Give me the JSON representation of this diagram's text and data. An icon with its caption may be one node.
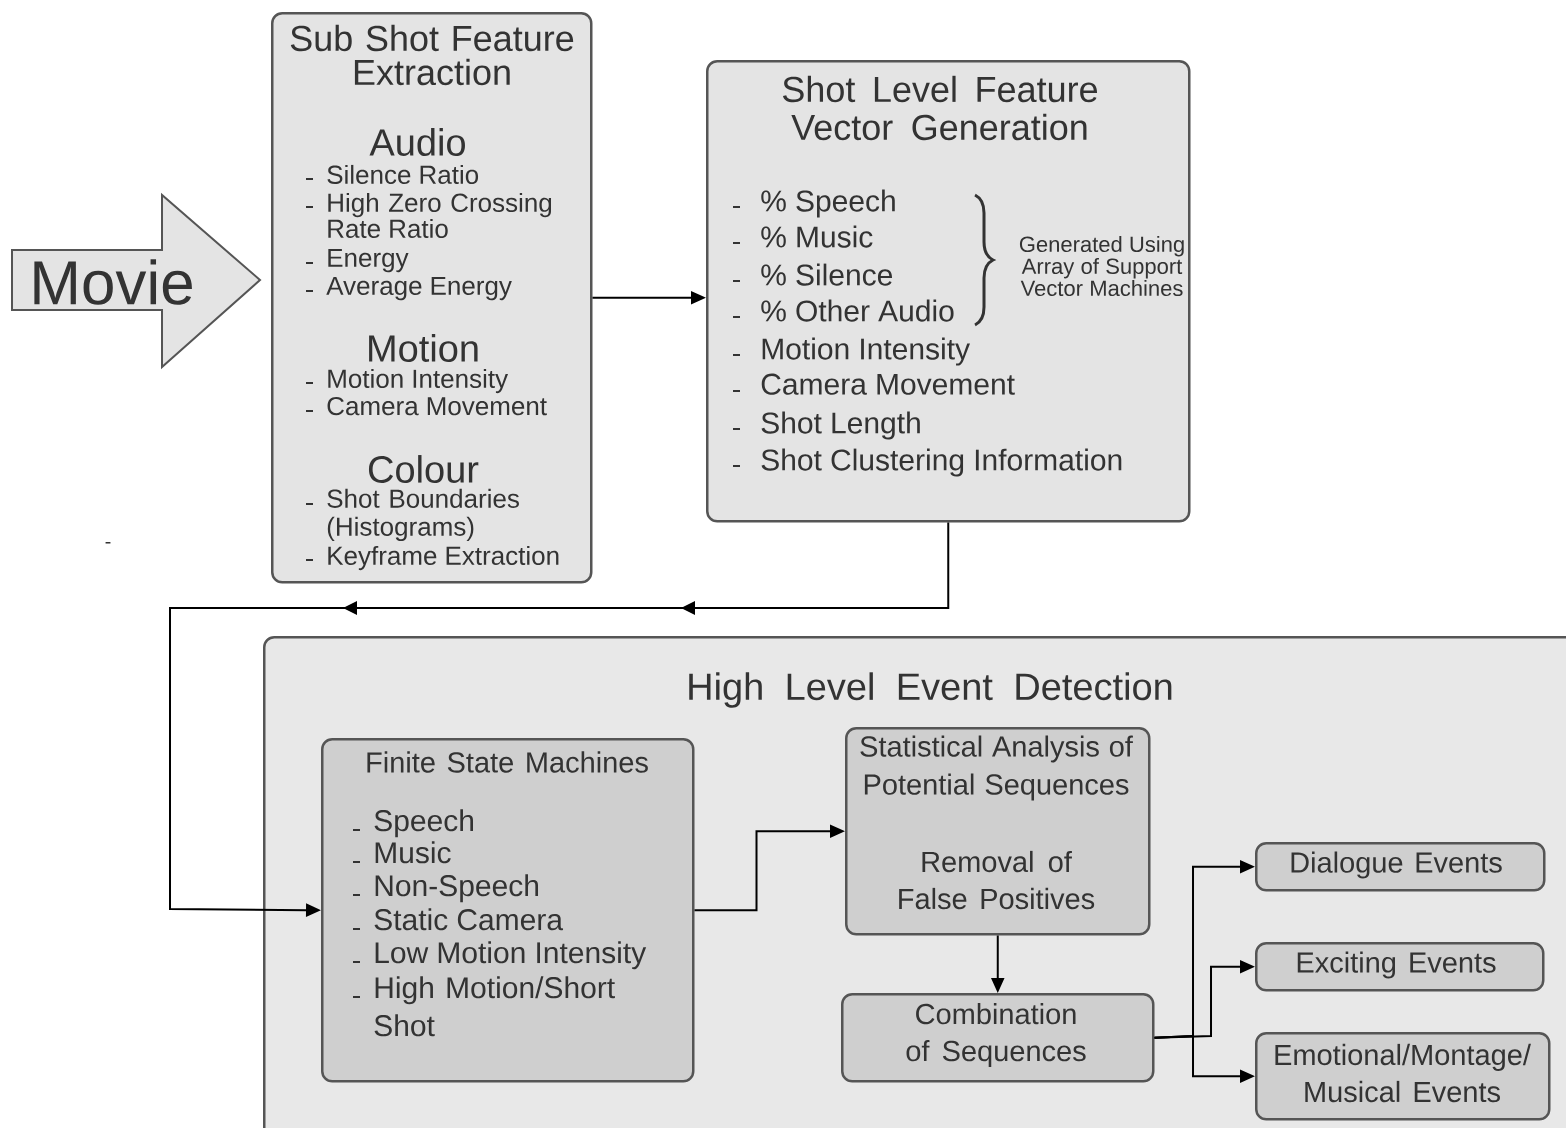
{
  "diagram": {
    "nodes": [
      {
        "text": [
          "Movie"
        ]
      },
      {
        "text": [
          "Sub Shot Feature Extraction",
          "Audio",
          "Silence Ratio",
          "High Zero Crossing Rate Ratio",
          "Energy",
          "Average Energy",
          "Motion",
          "Motion Intensity",
          "Camera Movement",
          "Colour",
          "Shot Boundaries (Histograms)",
          "Keyframe Extraction"
        ]
      },
      {
        "text": [
          "Shot Level Feature Vector Generation",
          "% Speech",
          "% Music",
          "Generated Using Array of Support Vector Machines",
          "% Silence",
          "% Other Audio",
          "Motion Intensity",
          "Camera Movement",
          "Shot Length",
          "Shot Clustering Information"
        ]
      },
      {
        "text": [
          "High Level Event Detection"
        ]
      },
      {
        "text": [
          "Finite State Machines",
          "Speech",
          "Music",
          "Non-Speech",
          "Static Camera",
          "Low Motion Intensity",
          "High Motion/Short Shot"
        ],
        "in": 3
      },
      {
        "text": [
          "Statistical Analysis of Potential Sequences",
          "Removal of False Positives"
        ],
        "in": 3
      },
      {
        "text": [
          "Combination of Sequences"
        ],
        "in": 3
      },
      {
        "text": [
          "Dialogue Events"
        ],
        "in": 3
      },
      {
        "text": [
          "Exciting Events"
        ],
        "in": 3
      },
      {
        "text": [
          "Emotional/Montage/ Musical Events"
        ],
        "in": 3
      }
    ],
    "edges": [
      {
        "from": 1,
        "to": 2,
        "arrow": "to"
      },
      {
        "from": 2,
        "to": 4,
        "arrow": "to"
      },
      {
        "from": 4,
        "to": 5,
        "arrow": "to"
      },
      {
        "from": 5,
        "to": 6,
        "arrow": "to"
      },
      {
        "from": 6,
        "to": 7,
        "arrow": "to"
      },
      {
        "from": 6,
        "to": 8,
        "arrow": "to"
      },
      {
        "from": 6,
        "to": 9,
        "arrow": "to"
      }
    ],
    "labels": [
      "-"
    ]
  }
}
